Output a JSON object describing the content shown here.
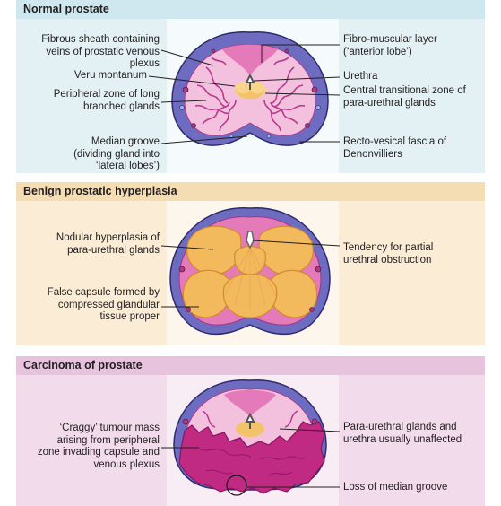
{
  "panels": {
    "normal": {
      "title": "Normal prostate",
      "labels": {
        "fibrous_sheath": "Fibrous sheath containing\nveins of prostatic venous\nplexus",
        "veru": "Veru montanum",
        "peripheral": "Peripheral zone of long\nbranched glands",
        "median": "Median groove\n(dividing gland into\n‘lateral lobes’)",
        "fibro": "Fibro-muscular layer\n(‘anterior lobe’)",
        "urethra": "Urethra",
        "central": "Central transitional zone of\npara-urethral glands",
        "recto": "Recto-vesical fascia of\nDenonvilliers"
      }
    },
    "bph": {
      "title": "Benign prostatic hyperplasia",
      "labels": {
        "nodular": "Nodular hyperplasia of\npara-urethral glands",
        "false_capsule": "False capsule formed by\ncompressed glandular\ntissue proper",
        "tendency": "Tendency for partial\nurethral obstruction"
      }
    },
    "carcinoma": {
      "title": "Carcinoma of prostate",
      "labels": {
        "craggy": "‘Craggy’ tumour mass\narising from peripheral\nzone invading capsule and\nvenous plexus",
        "para": "Para-urethral glands and\nurethra usually unaffected",
        "loss": "Loss of median groove"
      }
    }
  },
  "colors": {
    "normal_head": "#cfe7ee",
    "normal_body": "#e3f1f5",
    "bph_head": "#f4dcb3",
    "bph_body": "#fbecd6",
    "ca_head": "#e7c3dd",
    "ca_body": "#f2dcec",
    "capsule": "#6e6cc0",
    "gland": "#d85aa8",
    "nodule": "#f2b95d",
    "tumour": "#c02a82"
  }
}
